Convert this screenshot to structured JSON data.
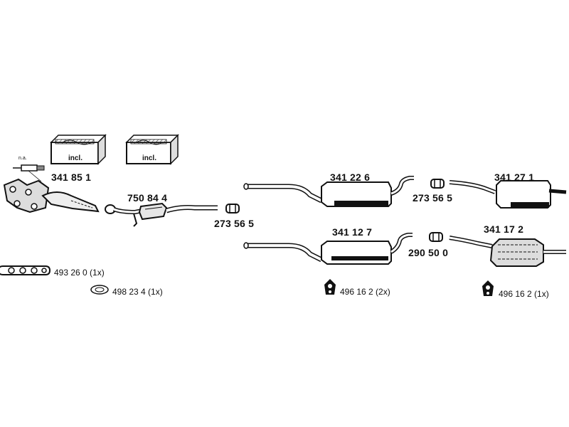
{
  "kit_boxes": [
    {
      "label": "incl."
    },
    {
      "label": "incl."
    }
  ],
  "sensor_note": "n.a.",
  "parts": {
    "manifold": "341 85 1",
    "catalytic_converter": "750 84 4",
    "clamp_a": "273 56 5",
    "middle_muffler_upper": "341 22 6",
    "clamp_b": "273 56 5",
    "rear_muffler_upper": "341 27 1",
    "middle_muffler_lower": "341 12 7",
    "clamp_c": "290 50 0",
    "rear_muffler_lower": "341 17 2"
  },
  "accessories": {
    "manifold_gasket": "493 26 0 (1x)",
    "ring_gasket": "498 23 4 (1x)",
    "rubber_mount_middle": "496 16 2 (2x)",
    "rubber_mount_rear": "496 16 2 (1x)"
  }
}
